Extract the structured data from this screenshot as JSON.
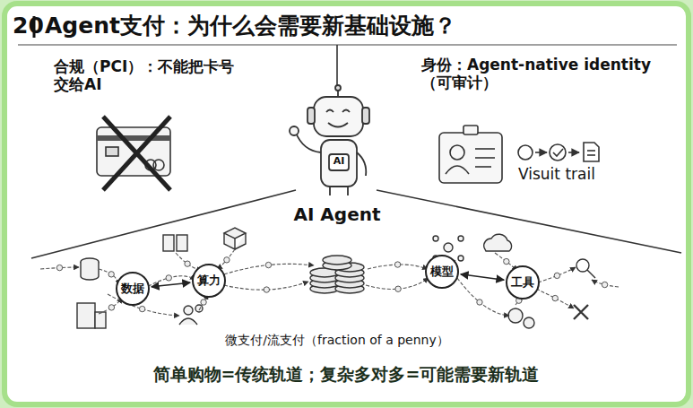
{
  "diagram": {
    "title": "Agent支付：为什么会需要新基础设施？",
    "caption": "简单购物=传统轨道；复杂多对多=可能需要新轨道",
    "nodes": [
      {
        "text": [
          "数据"
        ]
      },
      {
        "text": [
          "算力"
        ]
      },
      {
        "text": [
          "模型"
        ]
      },
      {
        "text": [
          "工具"
        ]
      }
    ],
    "edges": [
      {
        "from": 0,
        "to": 1,
        "arrow": "both"
      },
      {
        "from": 2,
        "to": 3,
        "arrow": "both"
      }
    ],
    "labels": [
      "20",
      "合规（PCI）：不能把卡号交给AI",
      "身份：Agent-native identity（可审计）",
      "Visuit trail",
      "AI",
      "AI Agent",
      "微支付/流支付（fraction of a penny）"
    ]
  }
}
